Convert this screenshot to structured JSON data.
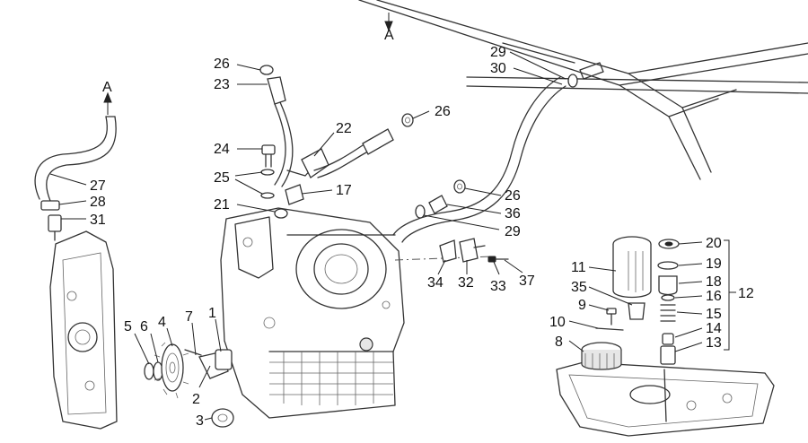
{
  "diagram": {
    "callouts": [
      {
        "id": "c26a",
        "text": "26"
      },
      {
        "id": "c23",
        "text": "23"
      },
      {
        "id": "c22",
        "text": "22"
      },
      {
        "id": "c26b",
        "text": "26"
      },
      {
        "id": "c24",
        "text": "24"
      },
      {
        "id": "c25",
        "text": "25"
      },
      {
        "id": "c17",
        "text": "17"
      },
      {
        "id": "c21",
        "text": "21"
      },
      {
        "id": "c29a",
        "text": "29"
      },
      {
        "id": "c30",
        "text": "30"
      },
      {
        "id": "c26c",
        "text": "26"
      },
      {
        "id": "c36",
        "text": "36"
      },
      {
        "id": "c29b",
        "text": "29"
      },
      {
        "id": "c34",
        "text": "34"
      },
      {
        "id": "c32",
        "text": "32"
      },
      {
        "id": "c33",
        "text": "33"
      },
      {
        "id": "c37",
        "text": "37"
      },
      {
        "id": "c27",
        "text": "27"
      },
      {
        "id": "c28",
        "text": "28"
      },
      {
        "id": "c31",
        "text": "31"
      },
      {
        "id": "c5",
        "text": "5"
      },
      {
        "id": "c6",
        "text": "6"
      },
      {
        "id": "c4",
        "text": "4"
      },
      {
        "id": "c7",
        "text": "7"
      },
      {
        "id": "c1",
        "text": "1"
      },
      {
        "id": "c2",
        "text": "2"
      },
      {
        "id": "c3",
        "text": "3"
      },
      {
        "id": "c11",
        "text": "11"
      },
      {
        "id": "c35",
        "text": "35"
      },
      {
        "id": "c9",
        "text": "9"
      },
      {
        "id": "c10",
        "text": "10"
      },
      {
        "id": "c8",
        "text": "8"
      },
      {
        "id": "c20",
        "text": "20"
      },
      {
        "id": "c19",
        "text": "19"
      },
      {
        "id": "c18",
        "text": "18"
      },
      {
        "id": "c16",
        "text": "16"
      },
      {
        "id": "c12",
        "text": "12"
      },
      {
        "id": "c15",
        "text": "15"
      },
      {
        "id": "c14",
        "text": "14"
      },
      {
        "id": "c13",
        "text": "13"
      }
    ],
    "refs": [
      {
        "id": "refA1",
        "text": "A"
      },
      {
        "id": "refA2",
        "text": "A"
      }
    ]
  }
}
